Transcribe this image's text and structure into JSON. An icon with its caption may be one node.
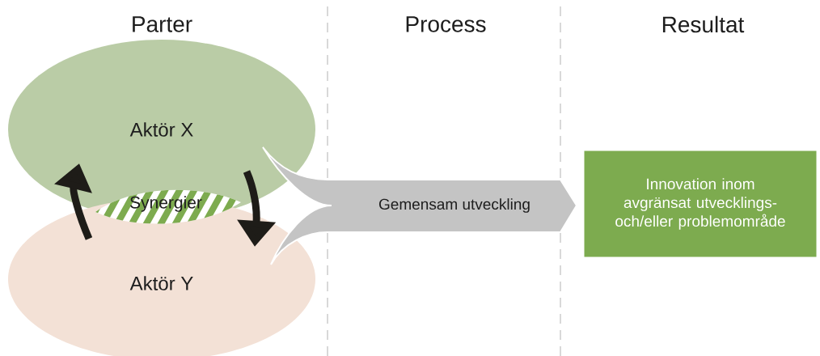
{
  "diagram": {
    "nodes": [
      {
        "text": [
          "Aktör X"
        ]
      },
      {
        "text": [
          "Aktör Y"
        ]
      },
      {
        "text": [
          "Synergier"
        ]
      },
      {
        "text": [
          "Gemensam utveckling"
        ]
      },
      {
        "text": [
          "Innovation inom avgränsat utvecklings- och/eller problemområde"
        ]
      }
    ],
    "edges": [
      {
        "from": 1,
        "to": 0,
        "arrow": "to"
      },
      {
        "from": 0,
        "to": 1,
        "arrow": "to"
      }
    ],
    "labels": [
      "Parter",
      "Process",
      "Resultat"
    ]
  }
}
